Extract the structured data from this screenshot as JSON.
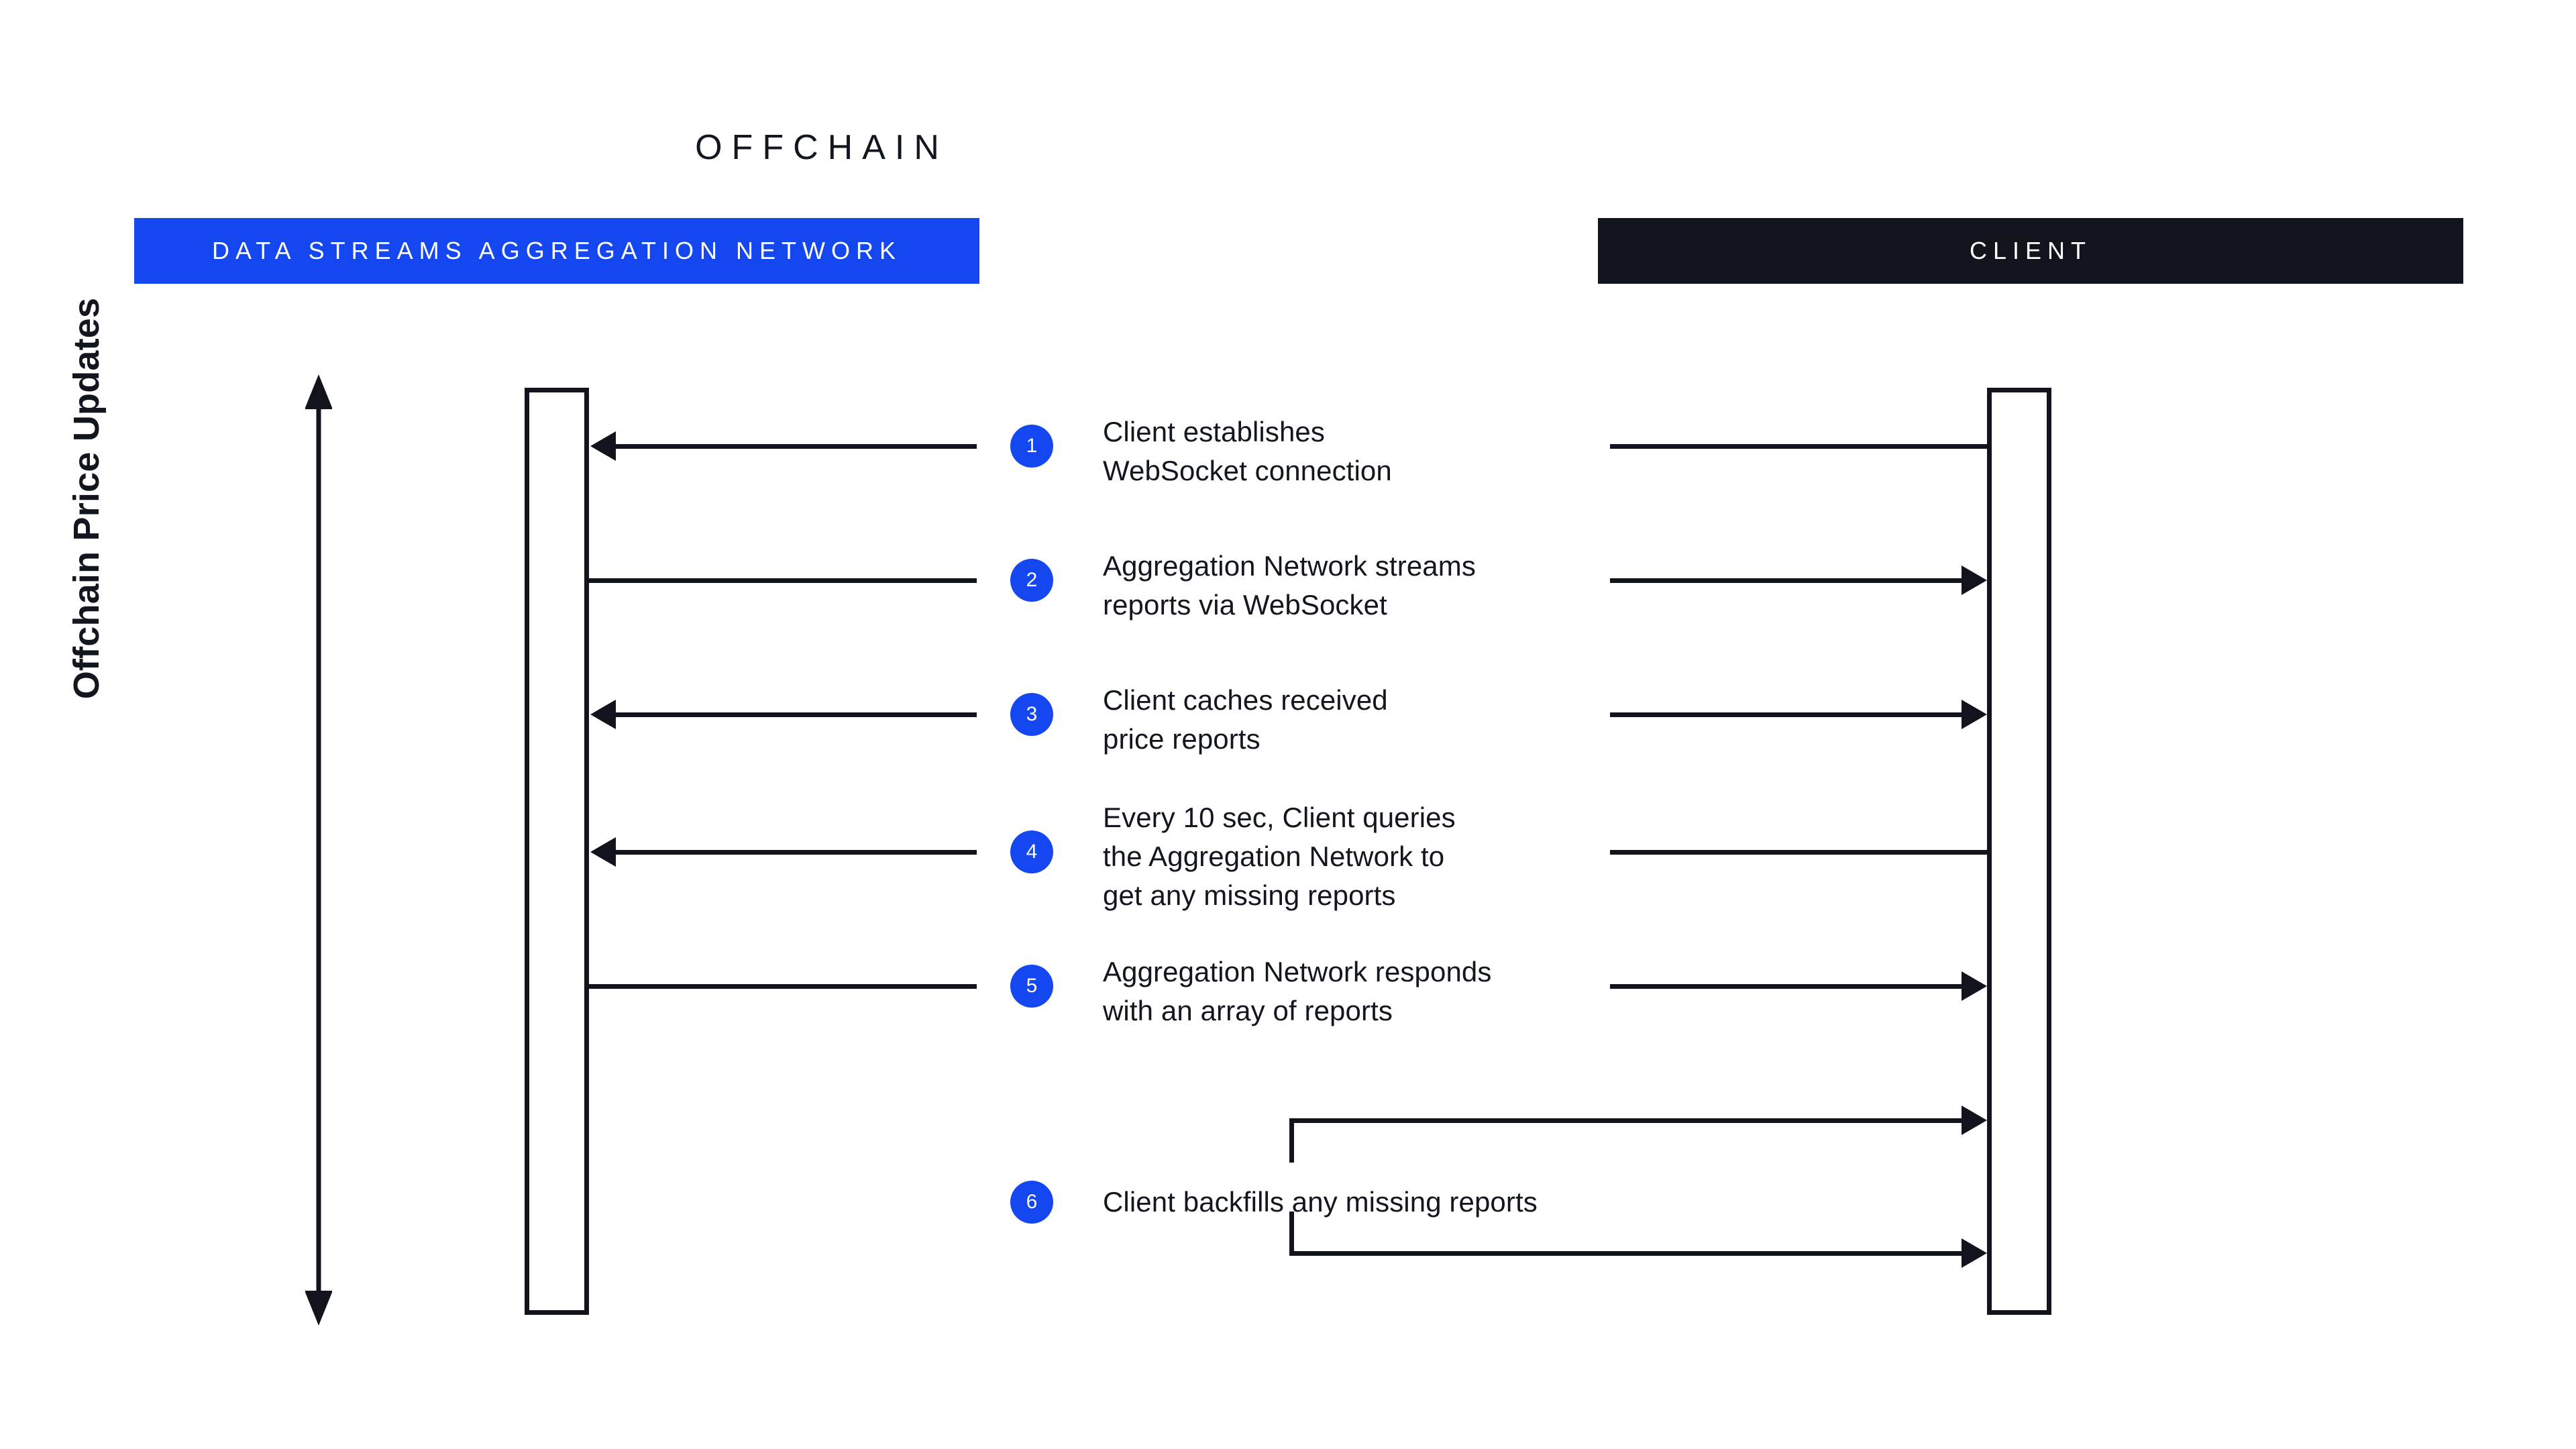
{
  "diagram": {
    "title": "OFFCHAIN",
    "axis_label": "Offchain Price Updates",
    "axis_arrow_icon": "double-vertical-arrow-icon",
    "colors": {
      "accent_blue": "#1447F0",
      "dark": "#11141D",
      "background": "#FFFFFF",
      "text": "#12161F"
    },
    "lanes": [
      {
        "id": "network",
        "label": "DATA STREAMS AGGREGATION NETWORK",
        "header_background": "#1447F0",
        "header_text_color": "#FFFFFF"
      },
      {
        "id": "client",
        "label": "CLIENT",
        "header_background": "#11141D",
        "header_text_color": "#FFFFFF"
      }
    ],
    "steps": [
      {
        "number": "1",
        "text": "Client establishes\nWebSocket connection",
        "left_arrow": "left",
        "right_arrow": "none"
      },
      {
        "number": "2",
        "text": "Aggregation Network streams\nreports via WebSocket",
        "left_arrow": "none",
        "right_arrow": "right"
      },
      {
        "number": "3",
        "text": "Client caches received\nprice reports",
        "left_arrow": "left",
        "right_arrow": "right"
      },
      {
        "number": "4",
        "text": "Every 10 sec, Client queries\nthe Aggregation Network to\nget any missing reports",
        "left_arrow": "left",
        "right_arrow": "none"
      },
      {
        "number": "5",
        "text": "Aggregation Network responds\nwith an array of reports",
        "left_arrow": "none",
        "right_arrow": "right"
      },
      {
        "number": "6",
        "text": "Client backfills any missing reports",
        "left_arrow": "none",
        "right_arrow": "self-loop"
      }
    ]
  }
}
